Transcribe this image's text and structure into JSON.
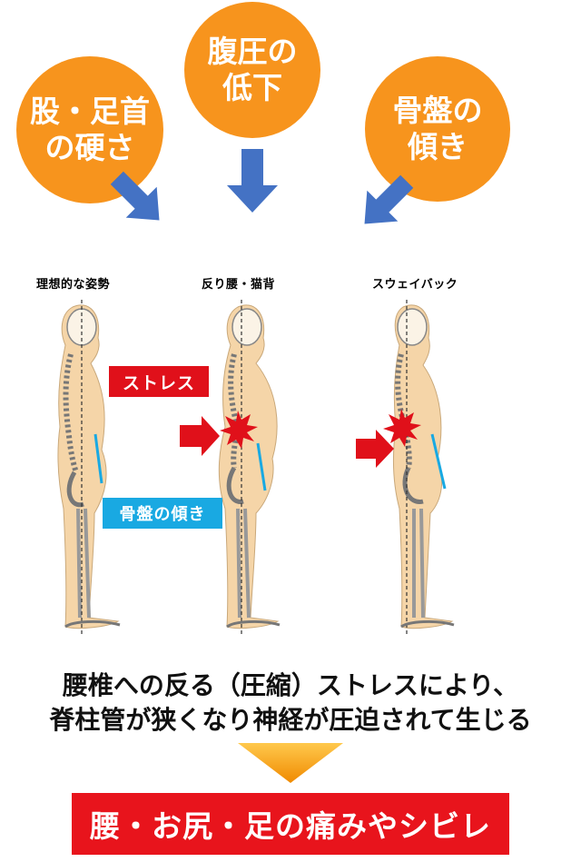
{
  "causes": {
    "hip_ankle": [
      "股・足首",
      "の硬さ"
    ],
    "abdominal": [
      "腹圧の",
      "低下"
    ],
    "pelvis": [
      "骨盤の",
      "傾き"
    ]
  },
  "postures": {
    "ideal": "理想的な姿勢",
    "sway_lordosis": "反り腰・猫背",
    "swayback": "スウェイバック"
  },
  "tags": {
    "stress": "ストレス",
    "pelvic_tilt": "骨盤の傾き"
  },
  "conclusion": {
    "line1": "腰椎への反る（圧縮）ストレスにより、",
    "line2": "脊柱管が狭くなり神経が圧迫されて生じる"
  },
  "result": "腰・お尻・足の痛みやシビレ",
  "colors": {
    "orange": "#f7941d",
    "arrow_blue": "#4472c4",
    "red": "#e0101a",
    "cyan": "#19a9e2",
    "skin": "#f5d5a8"
  }
}
